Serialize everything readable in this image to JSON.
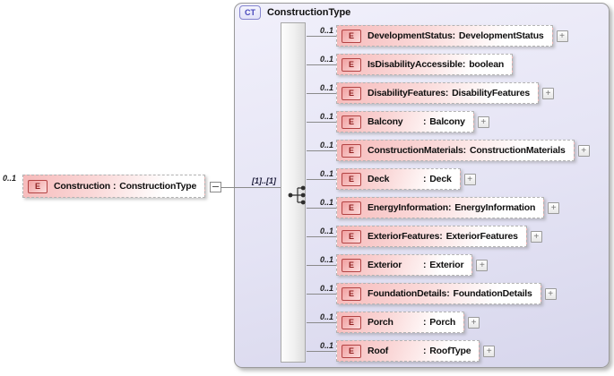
{
  "diagram": {
    "separator": ":",
    "expand_glyph": "+",
    "connector_label": "[1]..[1]",
    "colors": {
      "element_pink": "#f6baba",
      "element_border_red": "#b34343",
      "panel_lavender": "#e4e3f4",
      "badge_blue": "#4646bb",
      "line_gray": "#8a8a8a"
    },
    "root_element": {
      "occurrence": "0..1",
      "icon": "E",
      "name": "Construction",
      "type": "ConstructionType"
    },
    "complex_type": {
      "badge": "CT",
      "title": "ConstructionType",
      "children": [
        {
          "occurrence": "0..1",
          "icon": "E",
          "name": "DevelopmentStatus",
          "type": "DevelopmentStatus",
          "expandable": true
        },
        {
          "occurrence": "0..1",
          "icon": "E",
          "name": "IsDisabilityAccessible",
          "type": "boolean",
          "expandable": false
        },
        {
          "occurrence": "0..1",
          "icon": "E",
          "name": "DisabilityFeatures",
          "type": "DisabilityFeatures",
          "expandable": true
        },
        {
          "occurrence": "0..1",
          "icon": "E",
          "name": "Balcony",
          "type": "Balcony",
          "expandable": true
        },
        {
          "occurrence": "0..1",
          "icon": "E",
          "name": "ConstructionMaterials",
          "type": "ConstructionMaterials",
          "expandable": true
        },
        {
          "occurrence": "0..1",
          "icon": "E",
          "name": "Deck",
          "type": "Deck",
          "expandable": true
        },
        {
          "occurrence": "0..1",
          "icon": "E",
          "name": "EnergyInformation",
          "type": "EnergyInformation",
          "expandable": true
        },
        {
          "occurrence": "0..1",
          "icon": "E",
          "name": "ExteriorFeatures",
          "type": "ExteriorFeatures",
          "expandable": true
        },
        {
          "occurrence": "0..1",
          "icon": "E",
          "name": "Exterior",
          "type": "Exterior",
          "expandable": true
        },
        {
          "occurrence": "0..1",
          "icon": "E",
          "name": "FoundationDetails",
          "type": "FoundationDetails",
          "expandable": true
        },
        {
          "occurrence": "0..1",
          "icon": "E",
          "name": "Porch",
          "type": "Porch",
          "expandable": true
        },
        {
          "occurrence": "0..1",
          "icon": "E",
          "name": "Roof",
          "type": "RoofType",
          "expandable": true
        }
      ]
    }
  }
}
